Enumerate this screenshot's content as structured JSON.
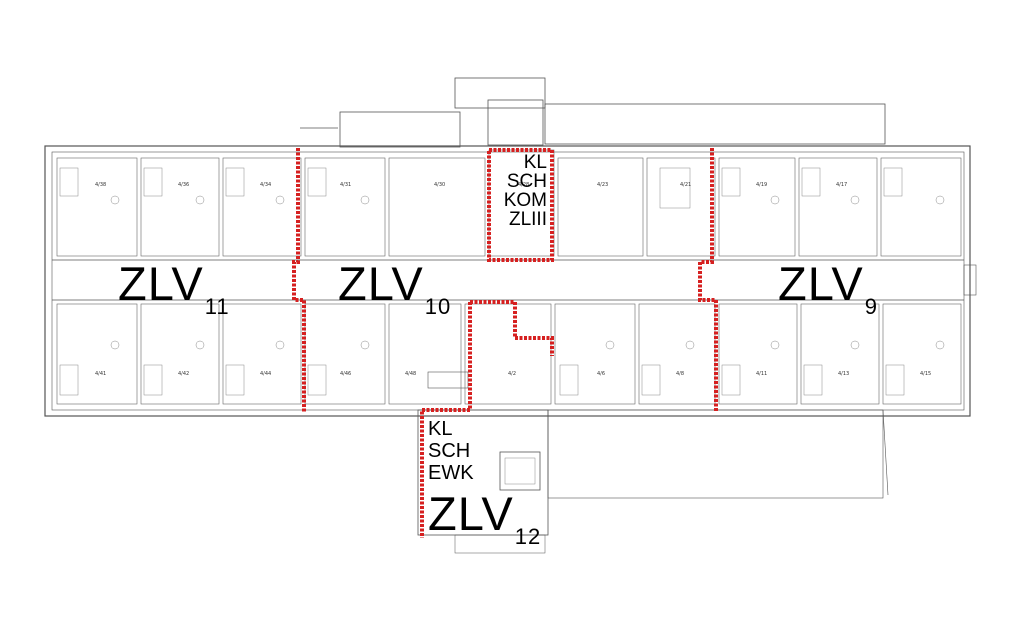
{
  "colors": {
    "wall": "#555555",
    "fire_boundary": "#d62020",
    "furniture": "#777777"
  },
  "zones": [
    {
      "id": "zlv11",
      "base": "ZLV",
      "sub": "11"
    },
    {
      "id": "zlv10",
      "base": "ZLV",
      "sub": "10"
    },
    {
      "id": "zlv9",
      "base": "ZLV",
      "sub": "9"
    },
    {
      "id": "zlv12",
      "base": "ZLV",
      "sub": "12"
    }
  ],
  "upper_stack": [
    "KL",
    "SCH",
    "KOM",
    "ZLIII"
  ],
  "lower_stack": [
    "KL",
    "SCH",
    "EWK"
  ],
  "room_numbers": {
    "top": [
      "4/38",
      "4/36",
      "4/34",
      "4/31",
      "4/30",
      "4/28",
      "4/23",
      "4/21",
      "4/19",
      "4/17"
    ],
    "bottom": [
      "4/41",
      "4/42",
      "4/44",
      "4/46",
      "4/48",
      "4/2",
      "4/6",
      "4/8",
      "4/11",
      "4/13",
      "4/15"
    ]
  }
}
